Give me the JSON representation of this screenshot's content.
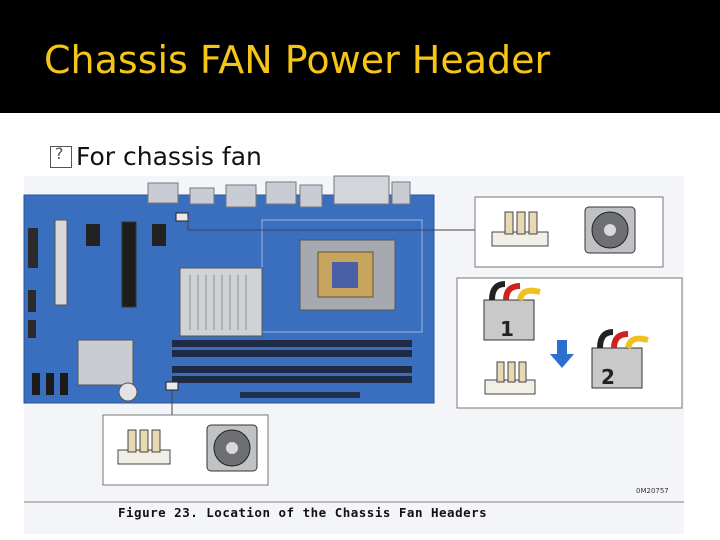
{
  "slide": {
    "title": "Chassis FAN Power Header",
    "bullet_text": "For chassis fan"
  },
  "figure": {
    "caption": "Figure 23.  Location of the Chassis Fan Headers",
    "figure_id": "0M20757",
    "callout_1_label": "1",
    "callout_2_label": "2",
    "description_icons": [
      "motherboard-diagram",
      "fan-header-connector",
      "chassis-fan-icon",
      "arrow-down-icon"
    ]
  },
  "colors": {
    "title_bar": "#000000",
    "title_text": "#f5c518",
    "board": "#3a6fc0"
  }
}
